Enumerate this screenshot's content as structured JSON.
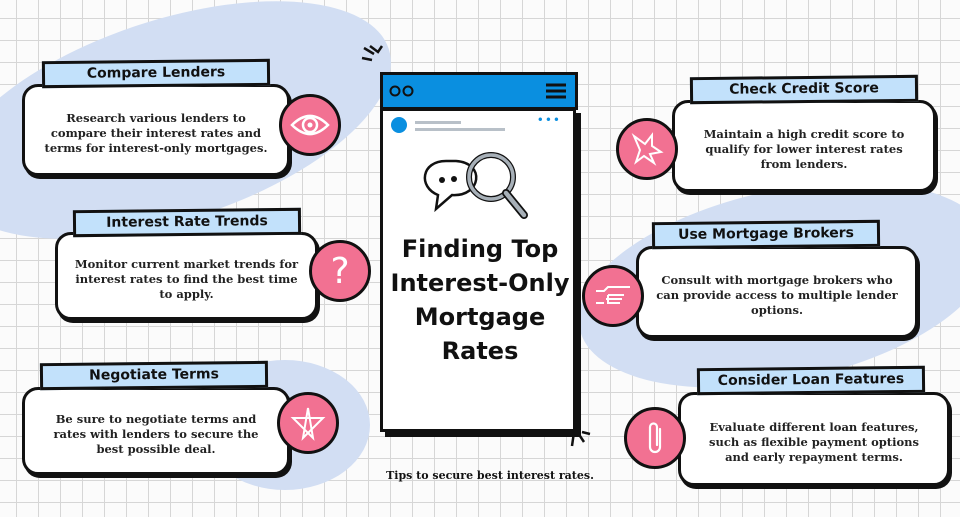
{
  "title": "Finding Top Interest-Only Mortgage Rates",
  "subtitle": "Tips to secure best interest rates.",
  "tips": [
    {
      "heading": "Compare Lenders",
      "text": "Research various lenders to compare their interest rates and terms for interest-only mortgages.",
      "icon": "eye-icon"
    },
    {
      "heading": "Interest Rate Trends",
      "text": "Monitor current market trends for interest rates to find the best time to apply.",
      "icon": "question-mark-icon"
    },
    {
      "heading": "Negotiate Terms",
      "text": "Be sure to negotiate terms and rates with lenders to secure the best possible deal.",
      "icon": "star-icon"
    },
    {
      "heading": "Check Credit Score",
      "text": "Maintain a high credit score to qualify for lower interest rates from lenders.",
      "icon": "sparkle-icon"
    },
    {
      "heading": "Use Mortgage Brokers",
      "text": "Consult with mortgage brokers who can provide access to multiple lender options.",
      "icon": "pointing-hand-icon"
    },
    {
      "heading": "Consider Loan Features",
      "text": "Evaluate different loan features, such as flexible payment options and early repayment terms.",
      "icon": "paperclip-icon"
    }
  ],
  "colors": {
    "accent": "#f27192",
    "header": "#c2e1fb",
    "blue": "#0a8fe0",
    "blob": "#d2def3"
  }
}
